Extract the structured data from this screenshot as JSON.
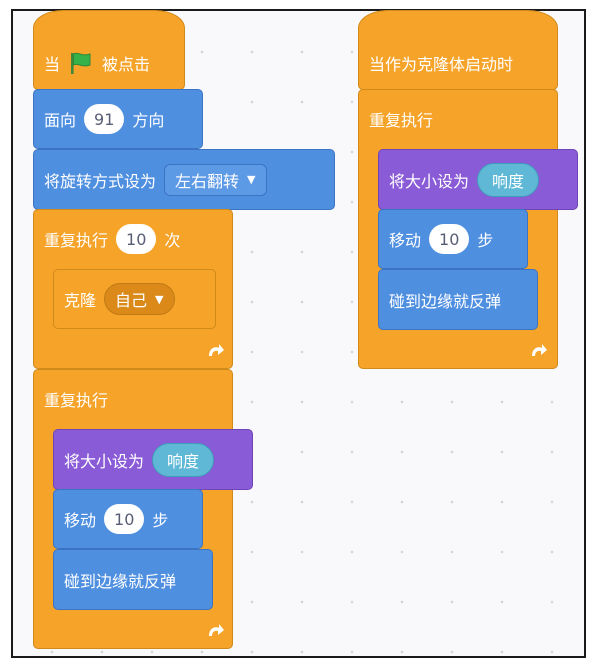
{
  "script_left": {
    "when_flag": {
      "label_before": "当",
      "label_after": "被点击"
    },
    "point_direction": {
      "label_before": "面向",
      "value": "91",
      "label_after": "方向"
    },
    "rotation_style": {
      "label": "将旋转方式设为",
      "option": "左右翻转"
    },
    "repeat_n": {
      "label_before": "重复执行",
      "value": "10",
      "label_after": "次"
    },
    "clone": {
      "label": "克隆",
      "option": "自己"
    },
    "forever": {
      "label": "重复执行"
    },
    "set_size": {
      "label": "将大小设为",
      "reporter": "响度"
    },
    "move": {
      "label_before": "移动",
      "value": "10",
      "label_after": "步"
    },
    "bounce": {
      "label": "碰到边缘就反弹"
    }
  },
  "script_right": {
    "when_clone": {
      "label": "当作为克隆体启动时"
    },
    "forever": {
      "label": "重复执行"
    },
    "set_size": {
      "label": "将大小设为",
      "reporter": "响度"
    },
    "move": {
      "label_before": "移动",
      "value": "10",
      "label_after": "步"
    },
    "bounce": {
      "label": "碰到边缘就反弹"
    }
  },
  "colors": {
    "control": "#f6a32a",
    "motion": "#4f8fe0",
    "looks": "#8a5bd6",
    "sensing": "#5fb9d6",
    "flag": "#36b24a"
  },
  "icons": {
    "flag": "green-flag-icon",
    "loop_arrow": "loop-arrow-icon",
    "dropdown": "caret-down-icon"
  }
}
